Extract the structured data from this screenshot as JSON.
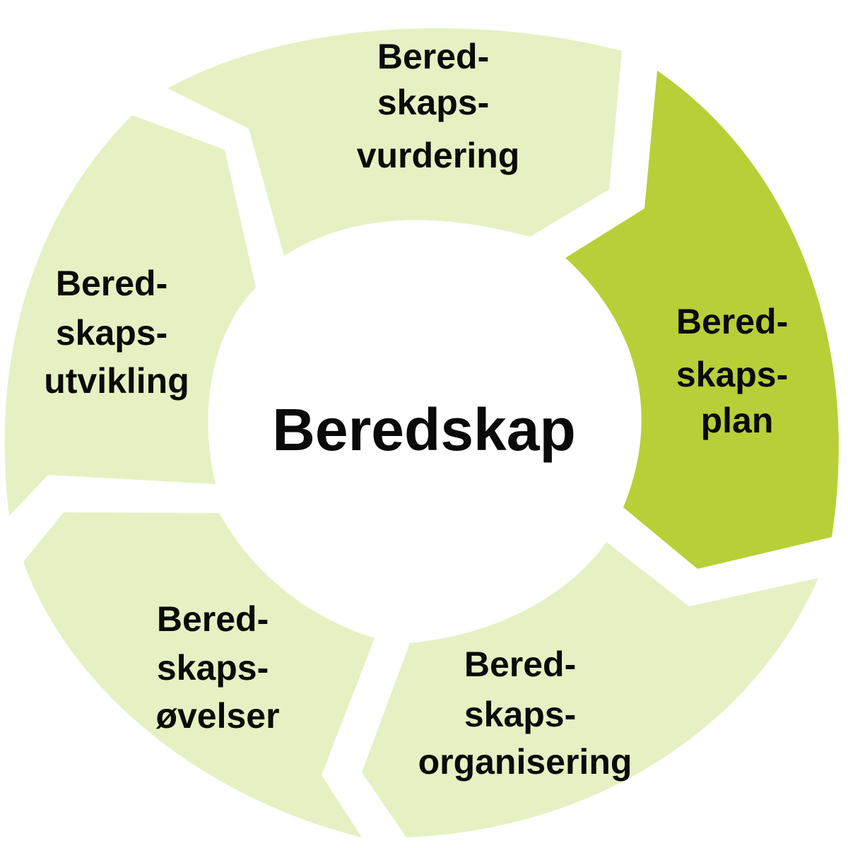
{
  "diagram": {
    "type": "cycle",
    "center_label": "Beredskap",
    "colors": {
      "segment": "#e5f1c3",
      "highlight": "#b9cf37",
      "text": "#0a0a0a",
      "background": "#ffffff"
    },
    "segments": [
      {
        "lines": [
          "Bered-",
          "skaps-",
          "vurdering"
        ],
        "highlighted": false
      },
      {
        "lines": [
          "Bered-",
          "skaps-",
          "plan"
        ],
        "highlighted": true
      },
      {
        "lines": [
          "Bered-",
          "skaps-",
          "organisering"
        ],
        "highlighted": false
      },
      {
        "lines": [
          "Bered-",
          "skaps-",
          "øvelser"
        ],
        "highlighted": false
      },
      {
        "lines": [
          "Bered-",
          "skaps-",
          "utvikling"
        ],
        "highlighted": false
      }
    ]
  }
}
